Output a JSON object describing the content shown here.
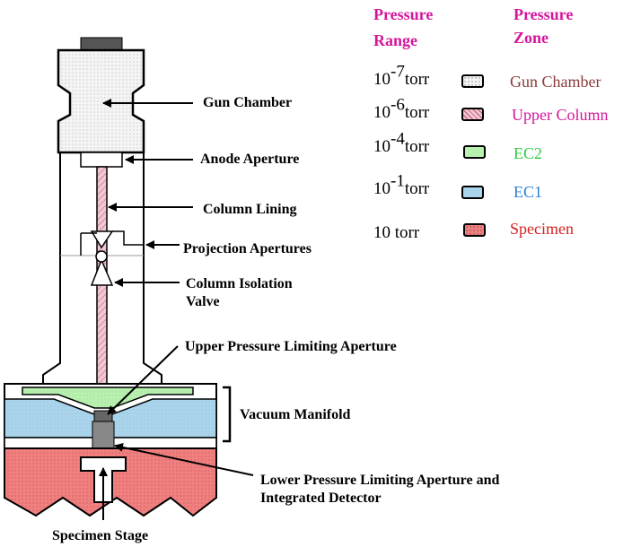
{
  "labels": {
    "gun_chamber": "Gun Chamber",
    "anode_aperture": "Anode Aperture",
    "column_lining": "Column Lining",
    "projection_apertures": "Projection  Apertures",
    "column_isolation_valve_line1": "Column Isolation",
    "column_isolation_valve_line2": "Valve",
    "upper_pressure_limiting_aperture": "Upper Pressure Limiting Aperture",
    "vacuum_manifold": "Vacuum Manifold",
    "lower_aperture_line1": "Lower Pressure Limiting Aperture and",
    "lower_aperture_line2": "Integrated Detector",
    "specimen_stage": "Specimen Stage"
  },
  "legend": {
    "range_header_line1": "Pressure",
    "range_header_line2": "Range",
    "zone_header_line1": "Pressure",
    "zone_header_line2": "Zone",
    "rows": [
      {
        "base": "10",
        "exp": "-7",
        "unit": "torr",
        "zone": "Gun Chamber",
        "color": "#f4f4f4",
        "text_color": "#8b3a3a",
        "pattern": "dots"
      },
      {
        "base": "10",
        "exp": "-6",
        "unit": "torr",
        "zone": "Upper Column",
        "color": "#f0c8d2",
        "text_color": "#d4169a",
        "pattern": "hatch"
      },
      {
        "base": "10",
        "exp": "-4",
        "unit": "torr",
        "zone": "EC2",
        "color": "#b8f0b0",
        "text_color": "#2ecc40",
        "pattern": "solid"
      },
      {
        "base": "10",
        "exp": "-1",
        "unit": "torr",
        "zone": "EC1",
        "color": "#a9d4ec",
        "text_color": "#2a7fd4",
        "pattern": "solid"
      },
      {
        "base": "10 torr",
        "exp": "",
        "unit": "",
        "zone": "Specimen",
        "color": "#f08080",
        "text_color": "#d62020",
        "pattern": "dots"
      }
    ]
  },
  "colors": {
    "gun_chamber": "#f4f4f4",
    "upper_column": "#f0c8d2",
    "ec2": "#b8f0b0",
    "ec1": "#a9d4ec",
    "specimen": "#f08080",
    "header": "#d4169a"
  }
}
